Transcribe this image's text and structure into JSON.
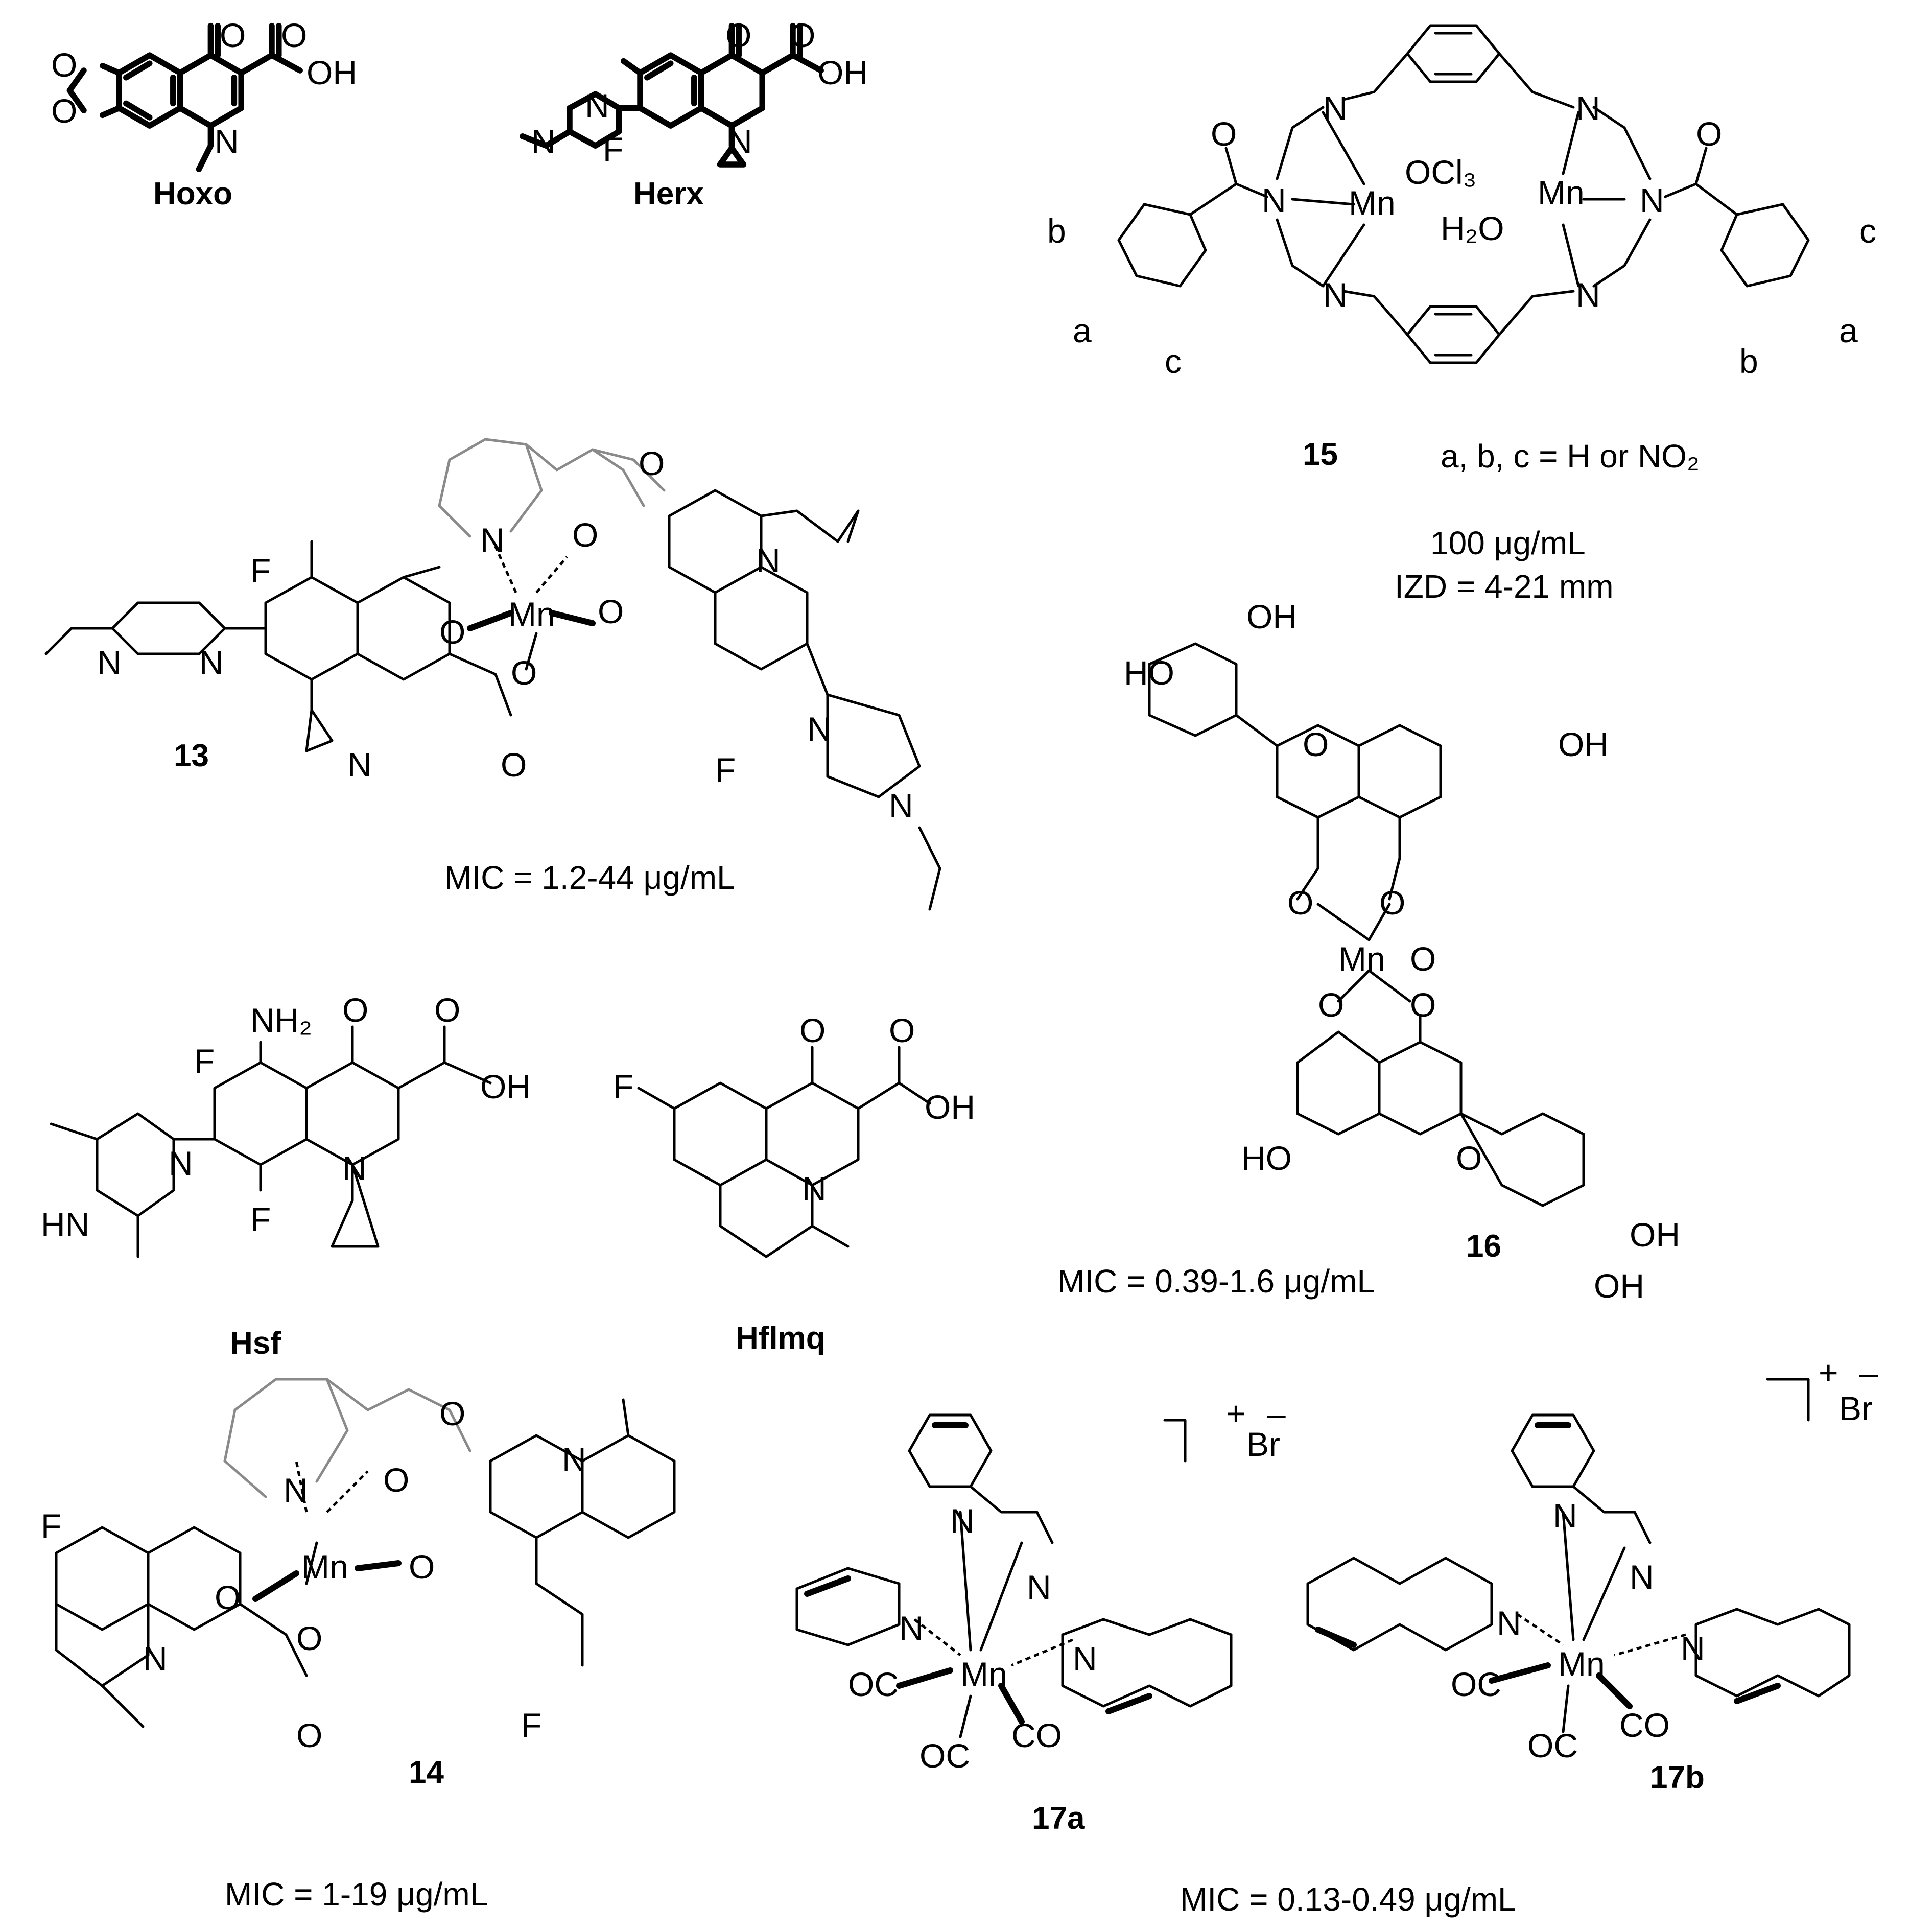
{
  "colors": {
    "ink": "#000000",
    "phenanthroline": "#8a8a8a",
    "background": "#ffffff"
  },
  "compounds": {
    "hoxo": {
      "label": "Hoxo"
    },
    "herx": {
      "label": "Herx"
    },
    "c15": {
      "label": "15",
      "substituents": "a, b, c = H or NO₂",
      "activity_conc": "100 μg/mL",
      "activity_izd": "IZD = 4-21 mm"
    },
    "c13": {
      "label": "13",
      "mic": "MIC = 1.2-44 μg/mL"
    },
    "hsf": {
      "label": "Hsf"
    },
    "hflmq": {
      "label": "Hflmq"
    },
    "c16": {
      "label": "16",
      "mic": "MIC = 0.39-1.6 μg/mL"
    },
    "c14": {
      "label": "14",
      "mic": "MIC = 1-19 μg/mL"
    },
    "c17a": {
      "label": "17a"
    },
    "c17b": {
      "label": "17b"
    },
    "c17": {
      "mic": "MIC = 0.13-0.49 μg/mL"
    }
  },
  "atoms": {
    "o": "O",
    "n": "N",
    "f": "F",
    "oh": "OH",
    "ho": "HO",
    "hn": "HN",
    "nh2": "NH₂",
    "mn": "Mn",
    "oc": "OC",
    "co": "CO",
    "ocl3": "OCl₃",
    "h2o": "H₂O",
    "br": "Br",
    "plus": "+",
    "minus": "–",
    "a": "a",
    "b": "b",
    "c": "c"
  }
}
